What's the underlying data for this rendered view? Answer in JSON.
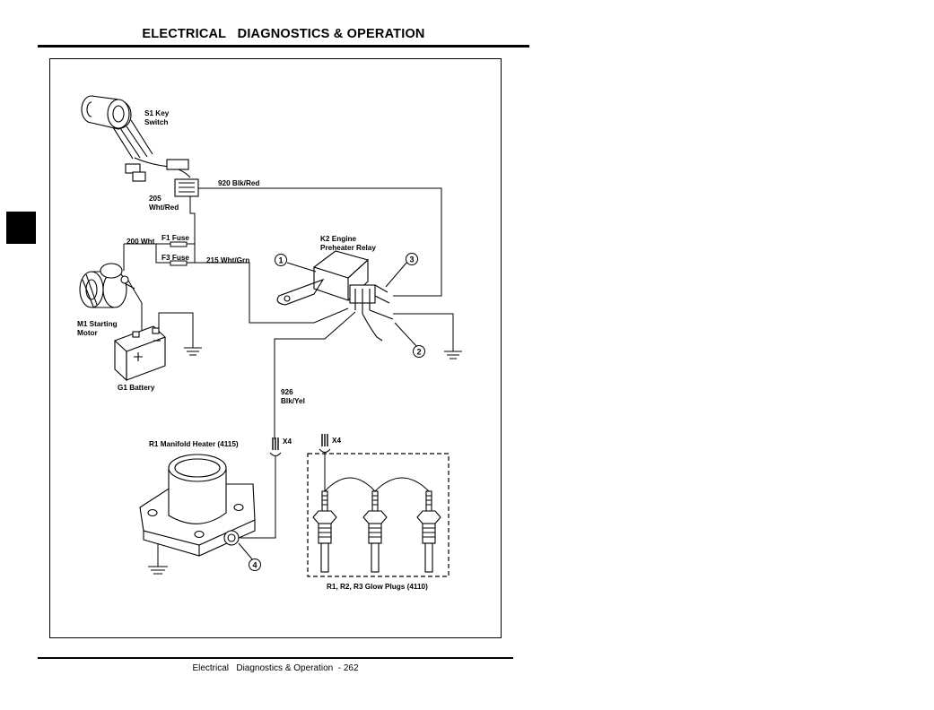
{
  "header": {
    "title": "ELECTRICAL   DIAGNOSTICS & OPERATION"
  },
  "footer": {
    "text": "Electrical   Diagnostics & Operation  - 262"
  },
  "labels": {
    "s1_line1": "S1 Key",
    "s1_line2": "Switch",
    "wire_920": "920 Blk/Red",
    "wire_205_line1": "205",
    "wire_205_line2": "Wht/Red",
    "wire_200": "200 Wht",
    "f1_fuse": "F1 Fuse",
    "f3_fuse": "F3 Fuse",
    "wire_215": "215 Wht/Grn",
    "k2_line1": "K2 Engine",
    "k2_line2": "Preheater Relay",
    "m1_line1": "M1 Starting",
    "m1_line2": "Motor",
    "g1_battery": "G1 Battery",
    "wire_926_line1": "926",
    "wire_926_line2": "Blk/Yel",
    "r1_heater": "R1 Manifold Heater (4115)",
    "x4_left": "X4",
    "x4_right": "X4",
    "glow_plugs": "R1, R2, R3 Glow Plugs (4110)"
  },
  "callouts": [
    "1",
    "2",
    "3",
    "4"
  ]
}
